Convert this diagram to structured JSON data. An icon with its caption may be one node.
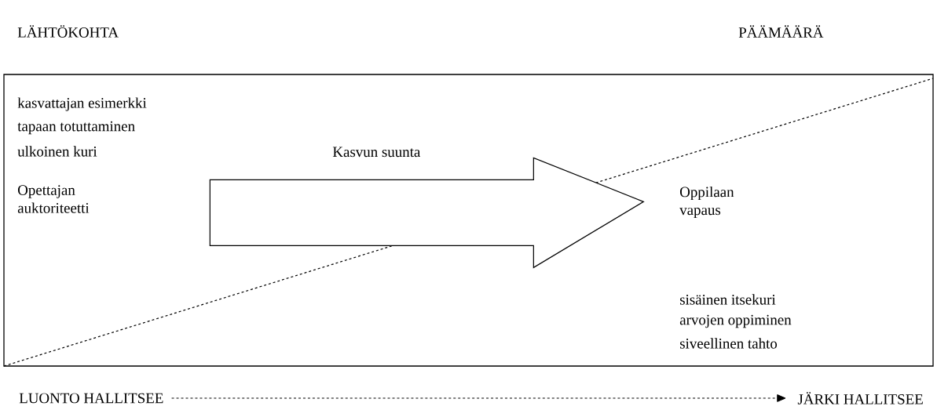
{
  "diagram": {
    "nodes": [
      {
        "text": [],
        "shape": "box"
      },
      {
        "text": [
          "Kasvun suunta"
        ],
        "in": 0
      },
      {
        "text": [
          "LUONTO HALLITSEE"
        ]
      },
      {
        "text": [
          "JÄRKI HALLITSEE"
        ]
      }
    ],
    "edges": [
      {
        "from": 2,
        "to": 3,
        "arrow": "to",
        "style": "dashed"
      }
    ],
    "labels": [
      "LÄHTÖKOHTA",
      "PÄÄMÄÄRÄ",
      "kasvattajan esimerkki",
      "tapaan totuttaminen",
      "ulkoinen kuri",
      "Opettajan auktoriteetti",
      "Oppilaan vapaus",
      "sisäinen itsekuri",
      "arvojen oppiminen",
      "siveellinen tahto"
    ]
  }
}
